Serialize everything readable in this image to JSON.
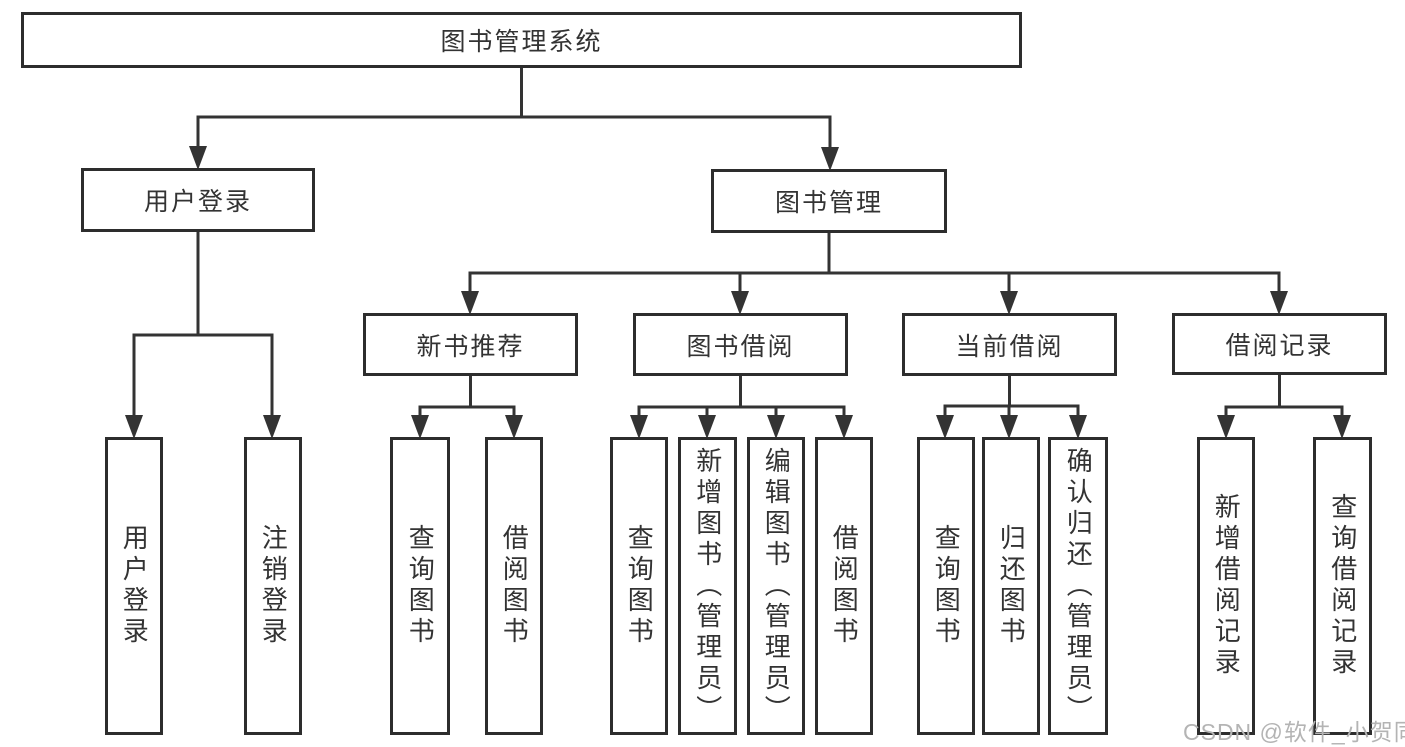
{
  "diagram": {
    "root": {
      "label": "图书管理系统"
    },
    "branches": [
      {
        "label": "用户登录",
        "children": [
          {
            "label": "用户登录"
          },
          {
            "label": "注销登录"
          }
        ]
      },
      {
        "label": "图书管理",
        "children": [
          {
            "label": "新书推荐",
            "children": [
              {
                "label": "查询图书"
              },
              {
                "label": "借阅图书"
              }
            ]
          },
          {
            "label": "图书借阅",
            "children": [
              {
                "label": "查询图书"
              },
              {
                "label": "新增图书（管理员）"
              },
              {
                "label": "编辑图书（管理员）"
              },
              {
                "label": "借阅图书"
              }
            ]
          },
          {
            "label": "当前借阅",
            "children": [
              {
                "label": "查询图书"
              },
              {
                "label": "归还图书"
              },
              {
                "label": "确认归还（管理员）"
              }
            ]
          },
          {
            "label": "借阅记录",
            "children": [
              {
                "label": "新增借阅记录"
              },
              {
                "label": "查询借阅记录"
              }
            ]
          }
        ]
      }
    ]
  },
  "watermark": {
    "text": "CSDN @软件_小贺同学"
  },
  "colors": {
    "line": "#333333",
    "box_border": "#2d2d2d",
    "box_fill": "#ffffff",
    "text": "#333333",
    "watermark": "#b4b4b4",
    "background": "#ffffff"
  }
}
